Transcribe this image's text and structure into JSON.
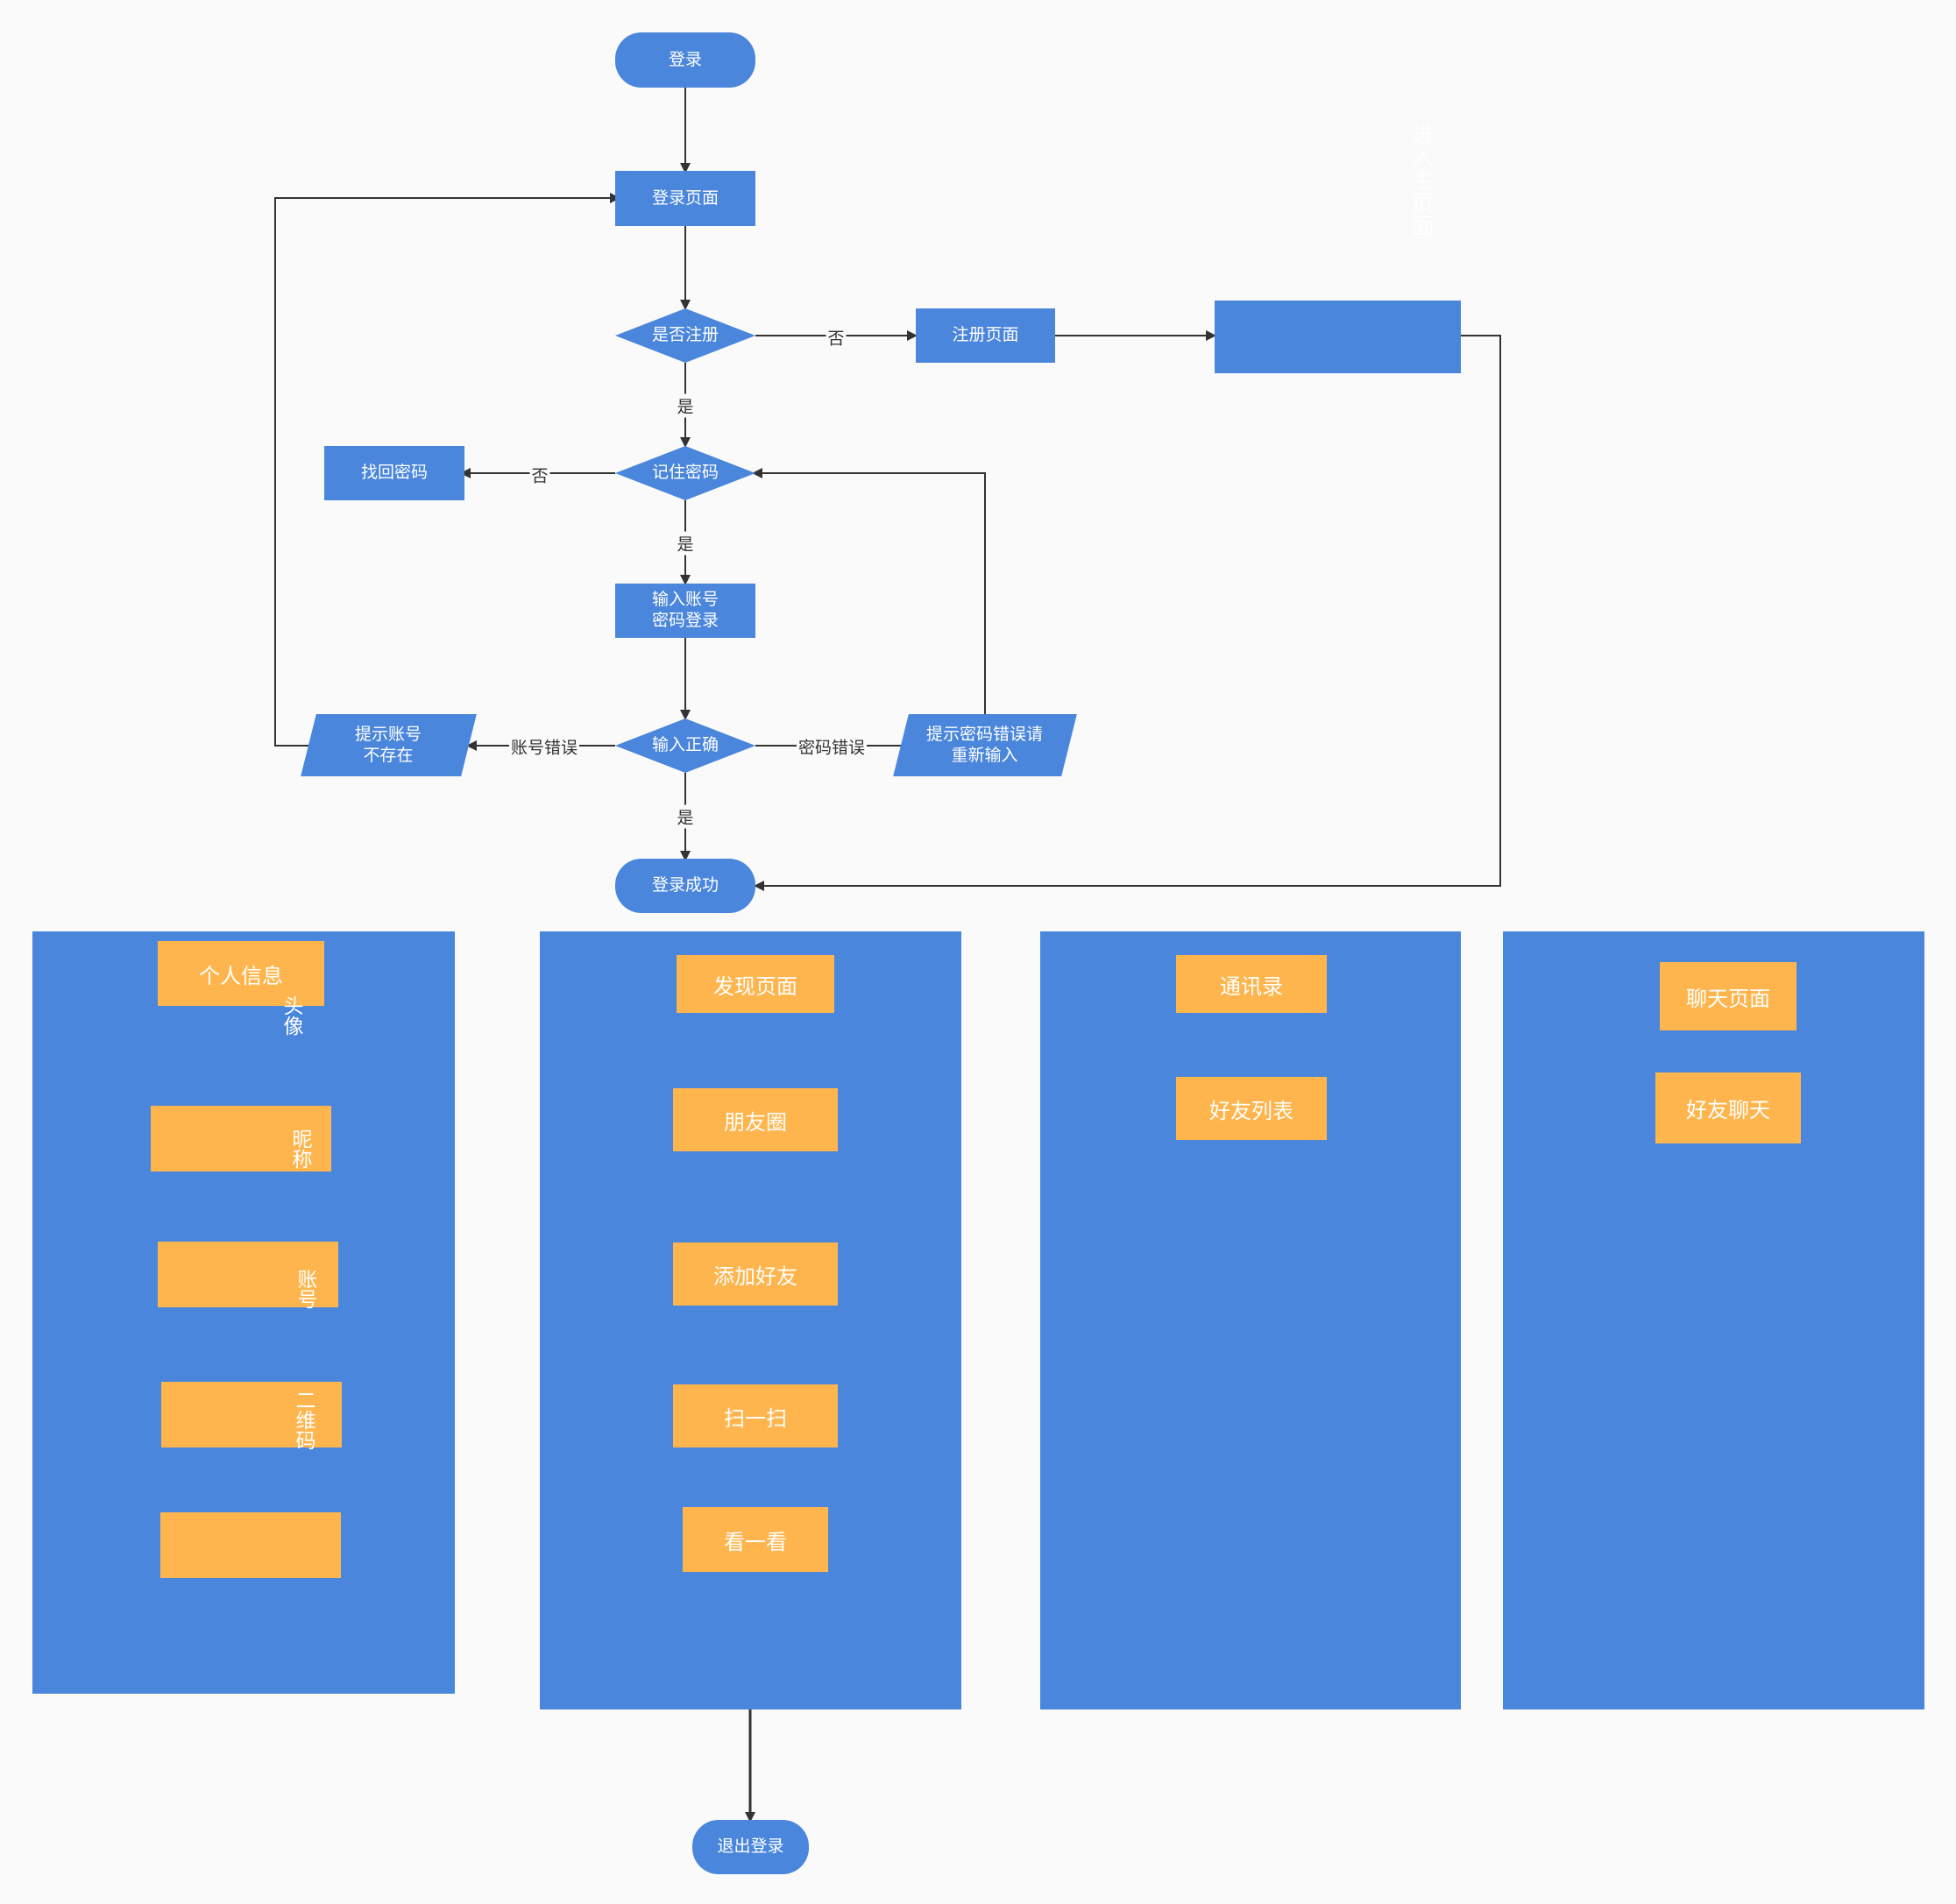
{
  "flow": {
    "start": "登录",
    "login_page": "登录页面",
    "is_registered": "是否注册",
    "register_page": "注册页面",
    "register_blank": "",
    "remember_pwd": "记住密码",
    "find_pwd": "找回密码",
    "input_account": "输入账号\n密码登录",
    "input_correct": "输入正确",
    "account_not_exist": "提示账号\n不存在",
    "pwd_error_retry": "提示密码错误请\n重新输入",
    "login_success": "登录成功",
    "logout": "退出登录",
    "side_vertical_text": "进入主页面"
  },
  "edge_labels": {
    "no_1": "否",
    "yes_1": "是",
    "no_2": "否",
    "yes_2": "是",
    "account_error": "账号错误",
    "pwd_error": "密码错误",
    "yes_3": "是"
  },
  "panels": {
    "profile": {
      "cards": [
        "个人信息",
        "",
        "",
        "",
        ""
      ],
      "vertical_labels": [
        "头像",
        "昵称",
        "账号",
        "二维码"
      ]
    },
    "discover": {
      "cards": [
        "发现页面",
        "朋友圈",
        "添加好友",
        "扫一扫",
        "看一看"
      ]
    },
    "contacts": {
      "cards": [
        "通讯录",
        "好友列表"
      ]
    },
    "chat": {
      "cards": [
        "聊天页面",
        "好友聊天"
      ]
    }
  },
  "colors": {
    "node_blue": "#4a86db",
    "card_orange": "#ffb54d",
    "line": "#333333",
    "background": "#fafafa"
  }
}
